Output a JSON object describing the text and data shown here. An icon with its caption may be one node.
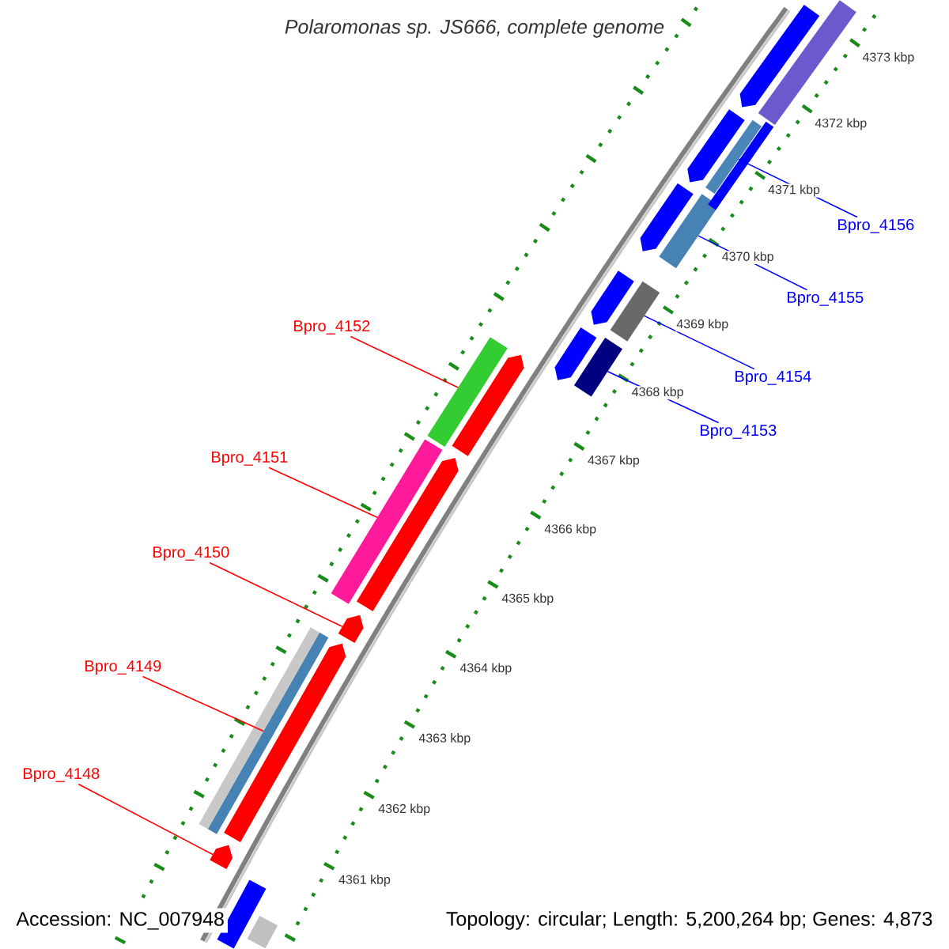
{
  "diagram": {
    "title": "Polaromonas sp. JS666, complete genome",
    "nodes": [
      {
        "text": [
          "Bpro_4156"
        ]
      },
      {
        "text": [
          "Bpro_4155"
        ]
      },
      {
        "text": [
          "Bpro_4152"
        ]
      },
      {
        "text": [
          "Bpro_4154"
        ]
      },
      {
        "text": [
          "Bpro_4153"
        ]
      },
      {
        "text": [
          "Bpro_4151"
        ]
      },
      {
        "text": [
          "Bpro_4150"
        ]
      },
      {
        "text": [
          "Bpro_4149"
        ]
      },
      {
        "text": [
          "Bpro_4148"
        ]
      },
      {
        "text": [],
        "shape": "bar"
      },
      {
        "text": [],
        "shape": "bar"
      },
      {
        "text": [],
        "shape": "bar"
      },
      {
        "text": [],
        "shape": "bar"
      },
      {
        "text": [],
        "shape": "bar"
      },
      {
        "text": [],
        "shape": "bar"
      },
      {
        "text": [],
        "shape": "pentagon"
      },
      {
        "text": [],
        "shape": "bar"
      },
      {
        "text": [],
        "shape": "pentagon"
      },
      {
        "text": [],
        "shape": "pentagon"
      },
      {
        "text": [],
        "shape": "pentagon"
      },
      {
        "text": [],
        "shape": "pentagon"
      },
      {
        "text": [],
        "shape": "bar"
      },
      {
        "text": [],
        "shape": "pentagon"
      },
      {
        "text": [],
        "shape": "pentagon"
      },
      {
        "text": [],
        "shape": "pentagon"
      },
      {
        "text": [],
        "shape": "pentagon"
      },
      {
        "text": [],
        "shape": "pentagon"
      },
      {
        "text": [],
        "shape": "bar"
      },
      {
        "text": [],
        "shape": "bar"
      },
      {
        "text": [],
        "shape": "bar"
      },
      {
        "text": [],
        "shape": "bar"
      }
    ],
    "edges": [
      {
        "from": 0,
        "to": 9,
        "arrow": "none",
        "color": "#0000ff"
      },
      {
        "from": 1,
        "to": 10,
        "arrow": "none",
        "color": "#0000ff"
      },
      {
        "from": 2,
        "to": 11,
        "arrow": "none",
        "color": "#ff0000"
      },
      {
        "from": 3,
        "to": 12,
        "arrow": "none",
        "color": "#0000ff"
      },
      {
        "from": 4,
        "to": 13,
        "arrow": "none",
        "color": "#0000ff"
      },
      {
        "from": 5,
        "to": 14,
        "arrow": "none",
        "color": "#ff0000"
      },
      {
        "from": 6,
        "to": 15,
        "arrow": "none",
        "color": "#ff0000"
      },
      {
        "from": 7,
        "to": 16,
        "arrow": "none",
        "color": "#ff0000"
      },
      {
        "from": 8,
        "to": 17,
        "arrow": "none",
        "color": "#ff0000"
      }
    ],
    "labels": [
      "4373 kbp",
      "4372 kbp",
      "4371 kbp",
      "4370 kbp",
      "4369 kbp",
      "4368 kbp",
      "4367 kbp",
      "4366 kbp",
      "4365 kbp",
      "4364 kbp",
      "4363 kbp",
      "4362 kbp",
      "4361 kbp",
      "Accession: NC_007948",
      "Topology: circular; Length: 5,200,264 bp; Genes: 4,873"
    ]
  }
}
